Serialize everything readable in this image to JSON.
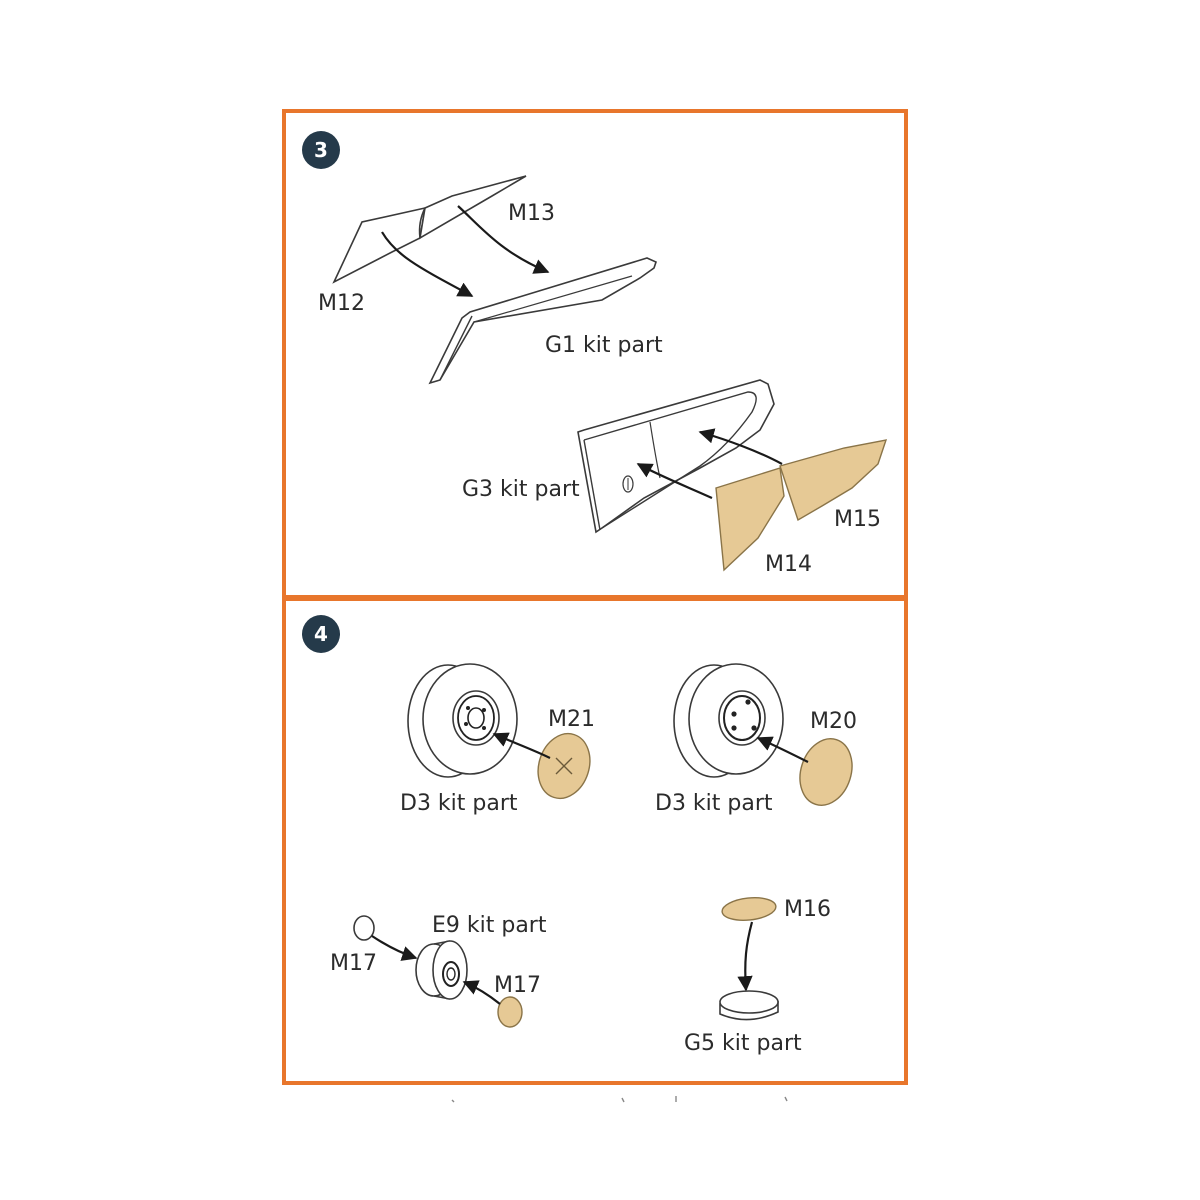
{
  "steps": [
    {
      "number": "3",
      "labels": {
        "m12": "M12",
        "m13": "M13",
        "g1": "G1 kit part",
        "g3": "G3 kit part",
        "m14": "M14",
        "m15": "M15"
      }
    },
    {
      "number": "4",
      "labels": {
        "m21": "M21",
        "d3_left": "D3 kit part",
        "m20": "M20",
        "d3_right": "D3 kit part",
        "e9": "E9 kit part",
        "m17_left": "M17",
        "m17_right": "M17",
        "m16": "M16",
        "g5": "G5 kit part"
      }
    }
  ],
  "colors": {
    "frame": "#e8762c",
    "step_badge": "#253a4a",
    "etched_part": "#e6c995"
  }
}
